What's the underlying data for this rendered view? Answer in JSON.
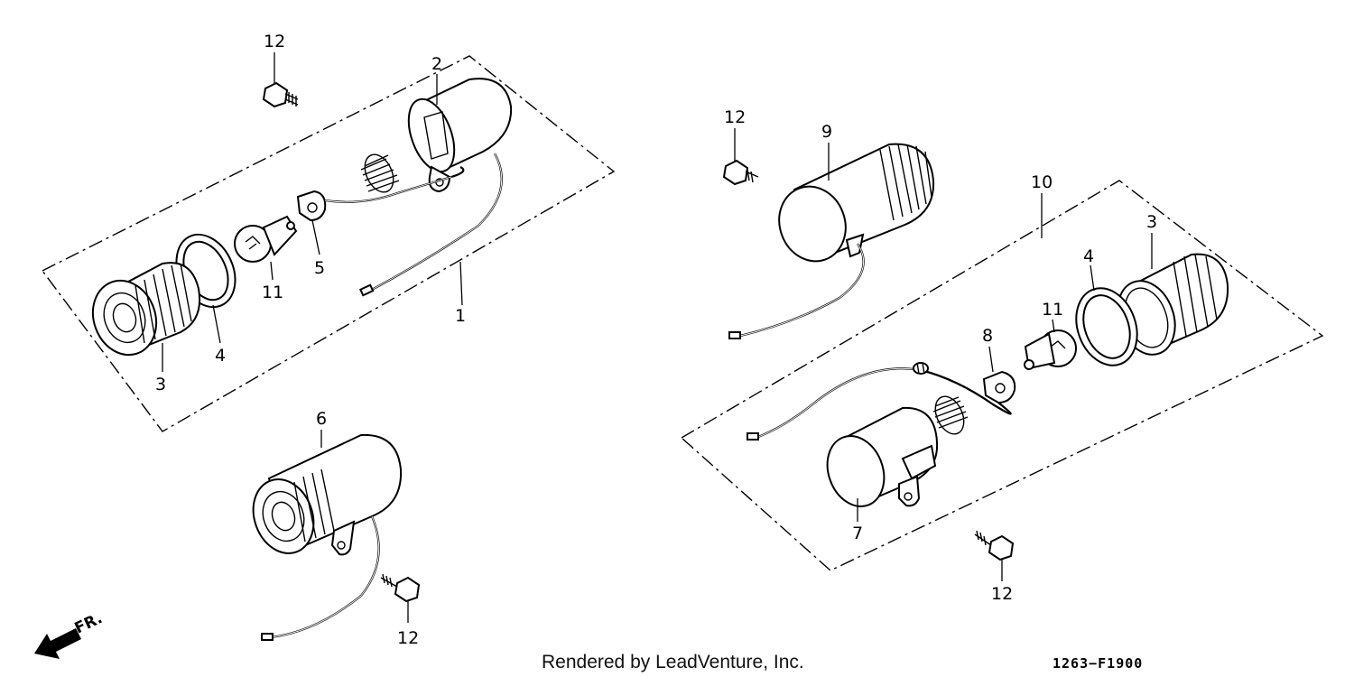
{
  "diagram": {
    "callouts": [
      {
        "id": "c12a",
        "text": "12"
      },
      {
        "id": "c2",
        "text": "2"
      },
      {
        "id": "c5",
        "text": "5"
      },
      {
        "id": "c11a",
        "text": "11"
      },
      {
        "id": "c1",
        "text": "1"
      },
      {
        "id": "c4a",
        "text": "4"
      },
      {
        "id": "c3a",
        "text": "3"
      },
      {
        "id": "c6",
        "text": "6"
      },
      {
        "id": "c12b",
        "text": "12"
      },
      {
        "id": "c12c",
        "text": "12"
      },
      {
        "id": "c9",
        "text": "9"
      },
      {
        "id": "c10",
        "text": "10"
      },
      {
        "id": "c3b",
        "text": "3"
      },
      {
        "id": "c4b",
        "text": "4"
      },
      {
        "id": "c11b",
        "text": "11"
      },
      {
        "id": "c8",
        "text": "8"
      },
      {
        "id": "c7",
        "text": "7"
      },
      {
        "id": "c12d",
        "text": "12"
      }
    ],
    "front_marker": "FR.",
    "credit": "Rendered by LeadVenture, Inc.",
    "diagram_code": "1263−F1900"
  }
}
